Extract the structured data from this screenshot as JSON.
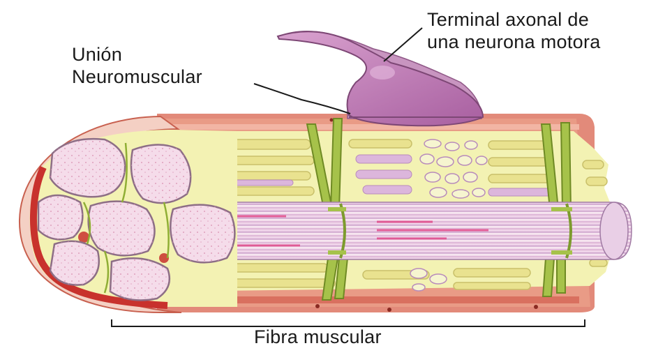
{
  "labels": {
    "terminal_line1": "Terminal axonal de",
    "terminal_line2": "una neurona motora",
    "union_line1": "Unión",
    "union_line2": "Neuromuscular",
    "fibra": "Fibra muscular"
  },
  "colors": {
    "membrane": "#e28a7a",
    "membrane_dark": "#c8604f",
    "sarcoplasm": "#f3f2b3",
    "myofibril": "#f4dcea",
    "myofibril_stripe": "#c79ac7",
    "tubule_green": "#9cbc3c",
    "neuron": "#c27ab8",
    "cross_red": "#c8322d"
  }
}
